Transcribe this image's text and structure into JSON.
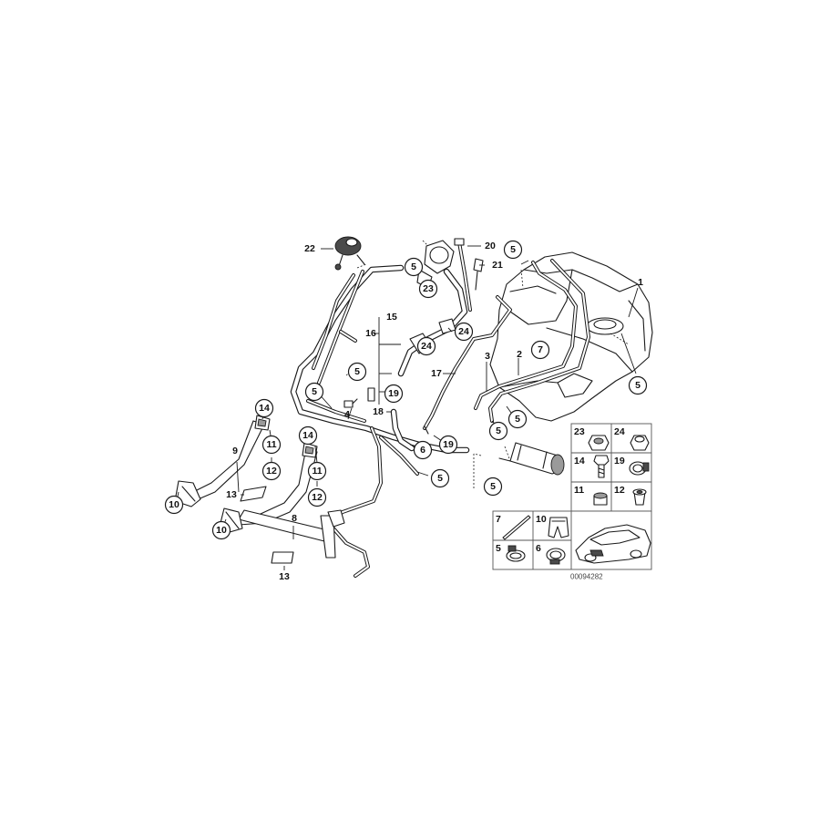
{
  "diagram": {
    "callouts": {
      "c1": "1",
      "c2": "2",
      "c3": "3",
      "c4": "4",
      "c5a": "5",
      "c5b": "5",
      "c5c": "5",
      "c5d": "5",
      "c5e": "5",
      "c5f": "5",
      "c5g": "5",
      "c5h": "5",
      "c5i": "5",
      "c6": "6",
      "c7": "7",
      "c8": "8",
      "c9": "9",
      "c10a": "10",
      "c10b": "10",
      "c11a": "11",
      "c11b": "11",
      "c12a": "12",
      "c12b": "12",
      "c13a": "13",
      "c13b": "13",
      "c14a": "14",
      "c14b": "14",
      "c15": "15",
      "c16": "16",
      "c17": "17",
      "c18": "18",
      "c19a": "19",
      "c19b": "19",
      "c20": "20",
      "c21": "21",
      "c22": "22",
      "c23": "23",
      "c24a": "24",
      "c24b": "24"
    },
    "legend": {
      "p23": "23",
      "p24": "24",
      "p14": "14",
      "p19": "19",
      "p11": "11",
      "p12": "12",
      "p7": "7",
      "p10": "10",
      "p5": "5",
      "p6": "6"
    },
    "reference_number": "00094282"
  }
}
